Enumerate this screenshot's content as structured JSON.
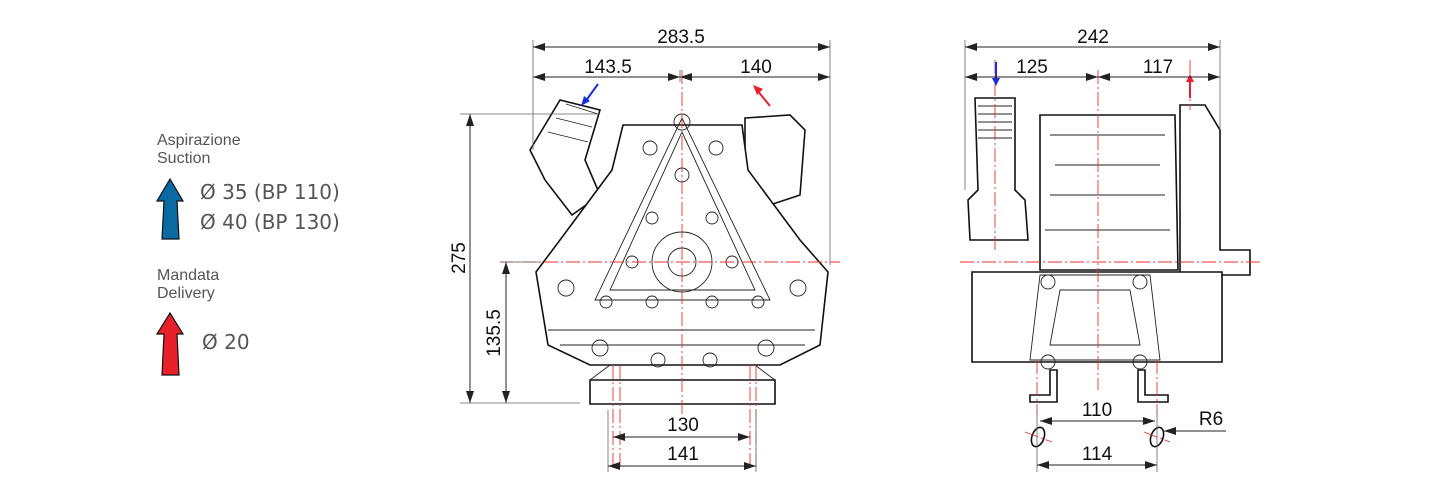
{
  "legend": {
    "suction": {
      "label_it": "Aspirazione",
      "label_en": "Suction",
      "sizes": [
        "Ø 35 (BP 110)",
        "Ø 40 (BP 130)"
      ],
      "arrow_color": "#0a6aa1"
    },
    "delivery": {
      "label_it": "Mandata",
      "label_en": "Delivery",
      "sizes": [
        "Ø 20"
      ],
      "arrow_color": "#e8202a"
    }
  },
  "front_view": {
    "dims": {
      "overall_width": "283.5",
      "left_width": "143.5",
      "right_width": "140",
      "height": "275",
      "axis_height": "135.5",
      "foot_inner": "130",
      "foot_outer": "141"
    }
  },
  "side_view": {
    "dims": {
      "overall_width": "242",
      "left_width": "125",
      "right_width": "117",
      "hole_inner": "110",
      "hole_outer": "114",
      "radius": "R6"
    }
  },
  "colors": {
    "centerline": "#e53030",
    "suction_arrow": "#1a2ee0",
    "delivery_arrow": "#e8202a"
  }
}
